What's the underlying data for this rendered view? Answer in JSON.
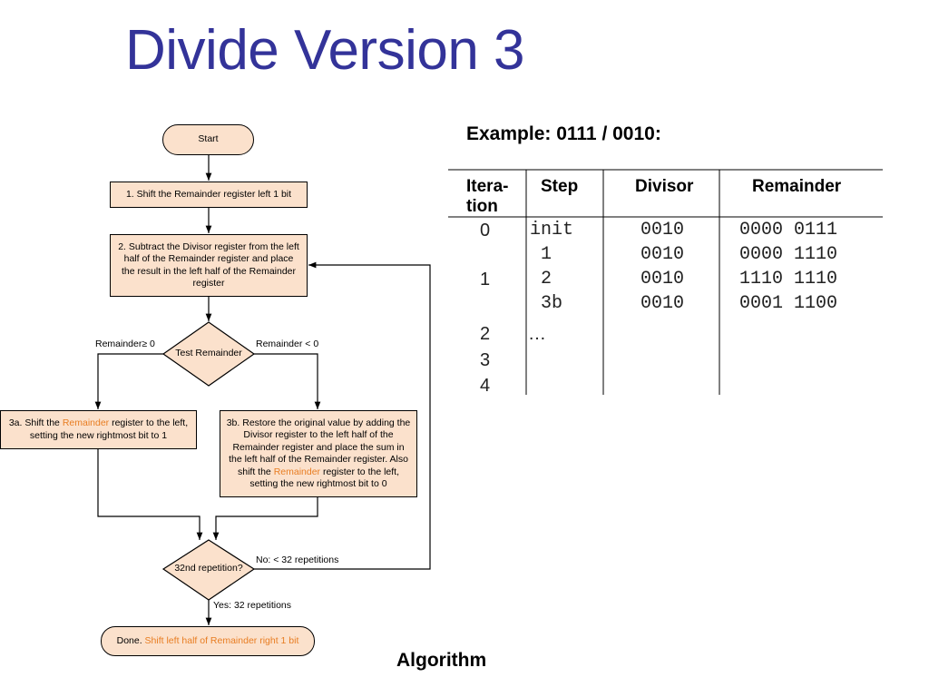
{
  "slide": {
    "title": "Divide Version 3",
    "caption": "Algorithm",
    "colors": {
      "title": "#333399",
      "box_fill": "#fbe1cc",
      "highlight": "#e87d22"
    }
  },
  "flowchart": {
    "start": "Start",
    "step1": "1. Shift the Remainder register left 1 bit",
    "step2": "2. Subtract the Divisor register from the left half of the Remainder register and place the result in the left half of the Remainder register",
    "test": "Test Remainder",
    "branch_ge": "Remainder≥  0",
    "branch_lt": "Remainder < 0",
    "step3a": {
      "pre": "3a. Shift the ",
      "highlight": "Remainder",
      "post": " register to the left, setting the new rightmost bit to 1"
    },
    "step3b": {
      "pre": "3b. Restore the original value by adding the Divisor register to the left half of the Remainder register and place the sum in the left half of the Remainder register. Also shift the ",
      "highlight": "Remainder",
      "post": " register to the left, setting the new rightmost bit to 0"
    },
    "repetition_test": "32nd repetition?",
    "no_label": "No:  < 32 repetitions",
    "yes_label": "Yes:  32 repetitions",
    "done": {
      "pre": "Done. ",
      "highlight": "Shift left half of Remainder right 1 bit"
    }
  },
  "example": {
    "title": "Example: 0111 / 0010:",
    "headers": {
      "iteration": "Itera-\ntion",
      "step": "Step",
      "divisor": "Divisor",
      "remainder": "Remainder"
    },
    "rows": [
      {
        "iteration": "0",
        "step": "init",
        "divisor": "0010",
        "remainder": "0000 0111"
      },
      {
        "iteration": "",
        "step": "1",
        "divisor": "0010",
        "remainder": "0000 1110"
      },
      {
        "iteration": "1",
        "step": "2",
        "divisor": "0010",
        "remainder": "1110 1110"
      },
      {
        "iteration": "",
        "step": "3b",
        "divisor": "0010",
        "remainder": "0001 1100"
      },
      {
        "iteration": "2",
        "step": "…",
        "divisor": "",
        "remainder": ""
      },
      {
        "iteration": "3",
        "step": "",
        "divisor": "",
        "remainder": ""
      },
      {
        "iteration": "4",
        "step": "",
        "divisor": "",
        "remainder": ""
      }
    ]
  }
}
